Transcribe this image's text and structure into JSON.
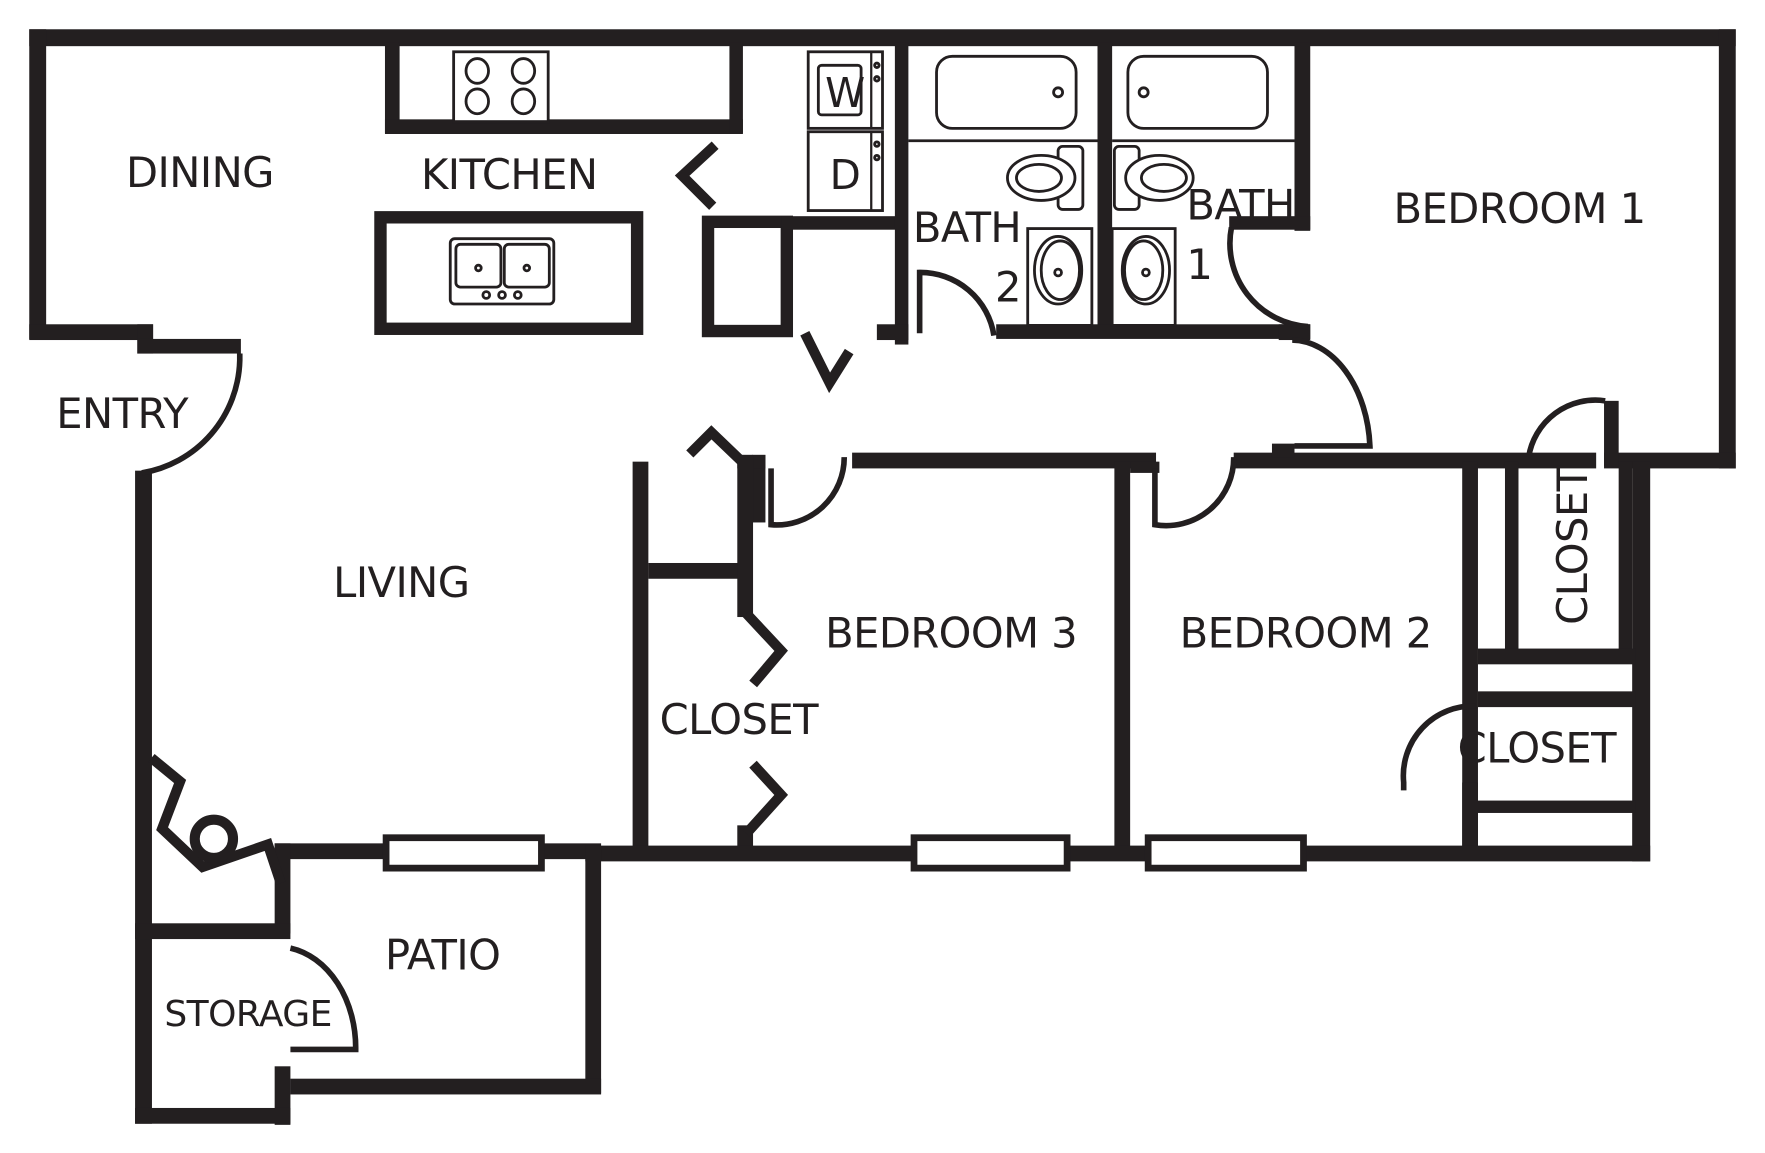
{
  "floorplan": {
    "colors": {
      "line": "#231f20",
      "background": "#ffffff"
    },
    "rooms": {
      "dining": "DINING",
      "kitchen": "KITCHEN",
      "entry": "ENTRY",
      "living": "LIVING",
      "bath2": "BATH",
      "bath2_number": "2",
      "bath1": "BATH",
      "bath1_number": "1",
      "bedroom1": "BEDROOM 1",
      "bedroom2": "BEDROOM 2",
      "bedroom3": "BEDROOM 3",
      "closet_bedroom3": "CLOSET",
      "closet_bedroom1": "CLOSET",
      "closet_bedroom2": "CLOSET",
      "patio": "PATIO",
      "storage": "STORAGE"
    },
    "appliances": {
      "washer": "W",
      "dryer": "D"
    }
  }
}
